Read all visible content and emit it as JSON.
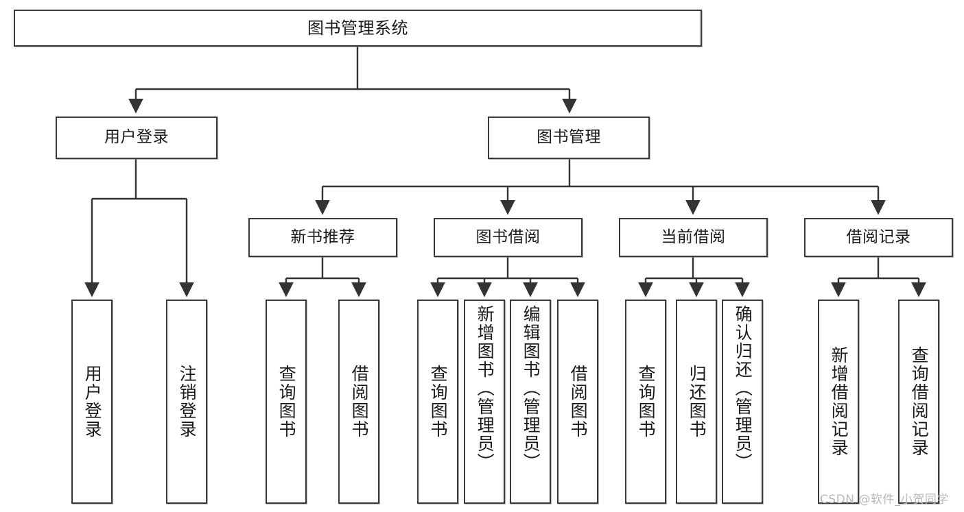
{
  "diagram": {
    "title": "图书管理系统",
    "type": "tree-hierarchy",
    "watermark": "CSDN @软件_小贺同学",
    "colors": {
      "box_border": "#3a3a3a",
      "box_fill": "#ffffff",
      "edge": "#333333",
      "text": "#1a1a1a",
      "watermark": "#b9b9b9"
    },
    "nodes": {
      "root": {
        "label": "图书管理系统"
      },
      "level2": [
        {
          "id": "user-login",
          "label": "用户登录"
        },
        {
          "id": "book-manage",
          "label": "图书管理"
        }
      ],
      "level3": [
        {
          "id": "new-book-recommend",
          "label": "新书推荐"
        },
        {
          "id": "book-borrow",
          "label": "图书借阅"
        },
        {
          "id": "current-borrow",
          "label": "当前借阅"
        },
        {
          "id": "borrow-record",
          "label": "借阅记录"
        }
      ],
      "leaves": {
        "user-login": [
          {
            "id": "leaf-user-login",
            "label": "用户登录"
          },
          {
            "id": "leaf-user-logout",
            "label": "注销登录"
          }
        ],
        "new-book-recommend": [
          {
            "id": "leaf-query-book-1",
            "label": "查询图书"
          },
          {
            "id": "leaf-borrow-book-1",
            "label": "借阅图书"
          }
        ],
        "book-borrow": [
          {
            "id": "leaf-query-book-2",
            "label": "查询图书"
          },
          {
            "id": "leaf-add-book",
            "label": "新增图书（管理员）"
          },
          {
            "id": "leaf-edit-book",
            "label": "编辑图书（管理员）"
          },
          {
            "id": "leaf-borrow-book-2",
            "label": "借阅图书"
          }
        ],
        "current-borrow": [
          {
            "id": "leaf-query-book-3",
            "label": "查询图书"
          },
          {
            "id": "leaf-return-book",
            "label": "归还图书"
          },
          {
            "id": "leaf-confirm-return",
            "label": "确认归还（管理员）"
          }
        ],
        "borrow-record": [
          {
            "id": "leaf-add-record",
            "label": "新增借阅记录"
          },
          {
            "id": "leaf-query-record",
            "label": "查询借阅记录"
          }
        ]
      }
    }
  }
}
